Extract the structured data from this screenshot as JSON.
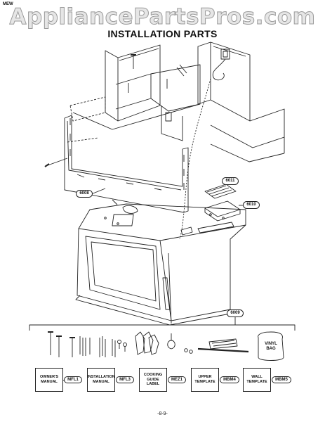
{
  "corner_code": "MEW",
  "watermark": "AppliancePartsPros.com",
  "title": "INSTALLATION PARTS",
  "callouts": {
    "frame": "6008",
    "part_6011": "6011",
    "part_6010": "6010",
    "kit": "6009"
  },
  "kit_labels": {
    "vinyl_bag": "VINYL BAG"
  },
  "documents": [
    {
      "label": "OWNER'S MANUAL",
      "code": "MFL1"
    },
    {
      "label": "INSTALLATION MANUAL",
      "code": "MFL3"
    },
    {
      "label": "COOKING GUIDE LABEL",
      "code": "MEZ1"
    },
    {
      "label": "UPPER TEMPLATE",
      "code": "MBM4"
    },
    {
      "label": "WALL TEMPLATE",
      "code": "MBM5"
    }
  ],
  "page_number": "-8-9-"
}
